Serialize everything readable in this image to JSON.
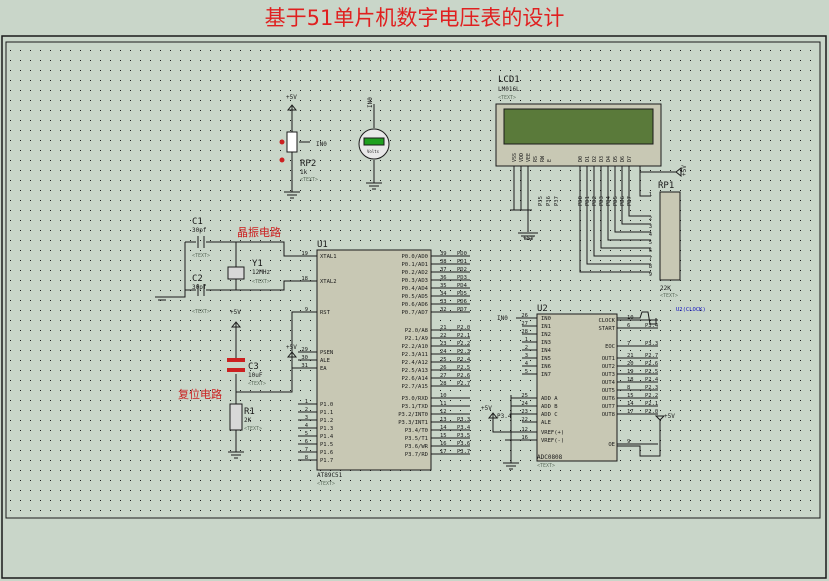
{
  "title": "基于51单片机数字电压表的设计",
  "colors": {
    "frame_bg": "#c9d6c9",
    "grid_dot": "#1a1a1a",
    "wire": "#1a1a1a",
    "chip_fill": "#c8c8b4",
    "accent_red": "#cc2020",
    "lcd_screen": "#5a7a3a",
    "label_blue": "#1010c0"
  },
  "sheet": {
    "stext": "<TEXT>"
  },
  "labels": {
    "crystal_circuit": "晶振电路",
    "reset_circuit": "复位电路"
  },
  "lcd": {
    "ref": "LCD1",
    "part": "LM016L",
    "pins": [
      "VSS",
      "VDD",
      "VEE",
      "RS",
      "RW",
      "E",
      "D0",
      "D1",
      "D2",
      "D3",
      "D4",
      "D5",
      "D6",
      "D7"
    ],
    "port_labels": [
      "P35",
      "P36",
      "P37",
      "PD0",
      "PD1",
      "PD2",
      "PD3",
      "PD4",
      "PD5",
      "PD6",
      "PD7"
    ],
    "vcc": "+5V"
  },
  "rp1": {
    "ref": "RP1",
    "value": "22K",
    "pins": [
      "1",
      "2",
      "3",
      "4",
      "5",
      "6",
      "7",
      "8",
      "9"
    ],
    "vcc": "+5V"
  },
  "rp2": {
    "ref": "RP2",
    "value": "1k",
    "net": "IN0",
    "vcc": "+5V"
  },
  "voltmeter": {
    "net": "IN0",
    "label": "Volts"
  },
  "c1": {
    "ref": "C1",
    "value": "30pf"
  },
  "c2": {
    "ref": "C2",
    "value": "30pf"
  },
  "c3": {
    "ref": "C3",
    "value": "10uF"
  },
  "y1": {
    "ref": "Y1",
    "value": "12MHz"
  },
  "r1": {
    "ref": "R1",
    "value": "2K"
  },
  "vcc_c3": "+5V",
  "vcc_u1": "+5V",
  "u1": {
    "ref": "U1",
    "part": "AT89C51",
    "left_pins": [
      {
        "num": "19",
        "name": "XTAL1"
      },
      {
        "num": "18",
        "name": "XTAL2"
      },
      {
        "num": "9",
        "name": "RST"
      },
      {
        "num": "29",
        "name": "PSEN"
      },
      {
        "num": "30",
        "name": "ALE"
      },
      {
        "num": "31",
        "name": "EA"
      },
      {
        "num": "1",
        "name": "P1.0"
      },
      {
        "num": "2",
        "name": "P1.1"
      },
      {
        "num": "3",
        "name": "P1.2"
      },
      {
        "num": "4",
        "name": "P1.3"
      },
      {
        "num": "5",
        "name": "P1.4"
      },
      {
        "num": "6",
        "name": "P1.5"
      },
      {
        "num": "7",
        "name": "P1.6"
      },
      {
        "num": "8",
        "name": "P1.7"
      }
    ],
    "right_pins": [
      {
        "num": "39",
        "name": "P0.0/AD0",
        "net": "PD0"
      },
      {
        "num": "38",
        "name": "P0.1/AD1",
        "net": "PD1"
      },
      {
        "num": "37",
        "name": "P0.2/AD2",
        "net": "PD2"
      },
      {
        "num": "36",
        "name": "P0.3/AD3",
        "net": "PD3"
      },
      {
        "num": "35",
        "name": "P0.4/AD4",
        "net": "PD4"
      },
      {
        "num": "34",
        "name": "P0.5/AD5",
        "net": "PD5"
      },
      {
        "num": "33",
        "name": "P0.6/AD6",
        "net": "PD6"
      },
      {
        "num": "32",
        "name": "P0.7/AD7",
        "net": "PD7"
      },
      {
        "num": "21",
        "name": "P2.0/A8",
        "net": "P2.0"
      },
      {
        "num": "22",
        "name": "P2.1/A9",
        "net": "P2.1"
      },
      {
        "num": "23",
        "name": "P2.2/A10",
        "net": "P2.2"
      },
      {
        "num": "24",
        "name": "P2.3/A11",
        "net": "P2.3"
      },
      {
        "num": "25",
        "name": "P2.4/A12",
        "net": "P2.4"
      },
      {
        "num": "26",
        "name": "P2.5/A13",
        "net": "P2.5"
      },
      {
        "num": "27",
        "name": "P2.6/A14",
        "net": "P2.6"
      },
      {
        "num": "28",
        "name": "P2.7/A15",
        "net": "P2.7"
      },
      {
        "num": "10",
        "name": "P3.0/RXD",
        "net": ""
      },
      {
        "num": "11",
        "name": "P3.1/TXD",
        "net": ""
      },
      {
        "num": "12",
        "name": "P3.2/INT0",
        "net": ""
      },
      {
        "num": "13",
        "name": "P3.3/INT1",
        "net": "P3.3"
      },
      {
        "num": "14",
        "name": "P3.4/T0",
        "net": "P3.4"
      },
      {
        "num": "15",
        "name": "P3.5/T1",
        "net": "P3.5"
      },
      {
        "num": "16",
        "name": "P3.6/WR",
        "net": "P3.6"
      },
      {
        "num": "17",
        "name": "P3.7/RD",
        "net": "P3.7"
      }
    ]
  },
  "u2": {
    "ref": "U2",
    "part": "ADC0808",
    "left_pins": [
      {
        "num": "26",
        "name": "IN0"
      },
      {
        "num": "27",
        "name": "IN1"
      },
      {
        "num": "28",
        "name": "IN2"
      },
      {
        "num": "1",
        "name": "IN3"
      },
      {
        "num": "2",
        "name": "IN4"
      },
      {
        "num": "3",
        "name": "IN5"
      },
      {
        "num": "4",
        "name": "IN6"
      },
      {
        "num": "5",
        "name": "IN7"
      },
      {
        "num": "25",
        "name": "ADD A"
      },
      {
        "num": "24",
        "name": "ADD B"
      },
      {
        "num": "23",
        "name": "ADD C"
      },
      {
        "num": "22",
        "name": "ALE"
      },
      {
        "num": "12",
        "name": "VREF(+)"
      },
      {
        "num": "16",
        "name": "VREF(-)"
      }
    ],
    "right_pins": [
      {
        "num": "10",
        "name": "CLOCK",
        "net": "U2(CLOCK)"
      },
      {
        "num": "6",
        "name": "START",
        "net": "P3.4"
      },
      {
        "num": "7",
        "name": "EOC",
        "net": "P3.3"
      },
      {
        "num": "21",
        "name": "OUT1",
        "net": "P2.7"
      },
      {
        "num": "20",
        "name": "OUT2",
        "net": "P2.6"
      },
      {
        "num": "19",
        "name": "OUT3",
        "net": "P2.5"
      },
      {
        "num": "18",
        "name": "OUT4",
        "net": "P2.4"
      },
      {
        "num": "8",
        "name": "OUT5",
        "net": "P2.3"
      },
      {
        "num": "15",
        "name": "OUT6",
        "net": "P2.2"
      },
      {
        "num": "14",
        "name": "OUT7",
        "net": "P2.1"
      },
      {
        "num": "17",
        "name": "OUT8",
        "net": "P2.0"
      },
      {
        "num": "9",
        "name": "OE",
        "net": ""
      }
    ],
    "in0_net": "IN0",
    "p34_net": "P3.4",
    "vcc": "+5V",
    "vcc_right": "+5V"
  }
}
